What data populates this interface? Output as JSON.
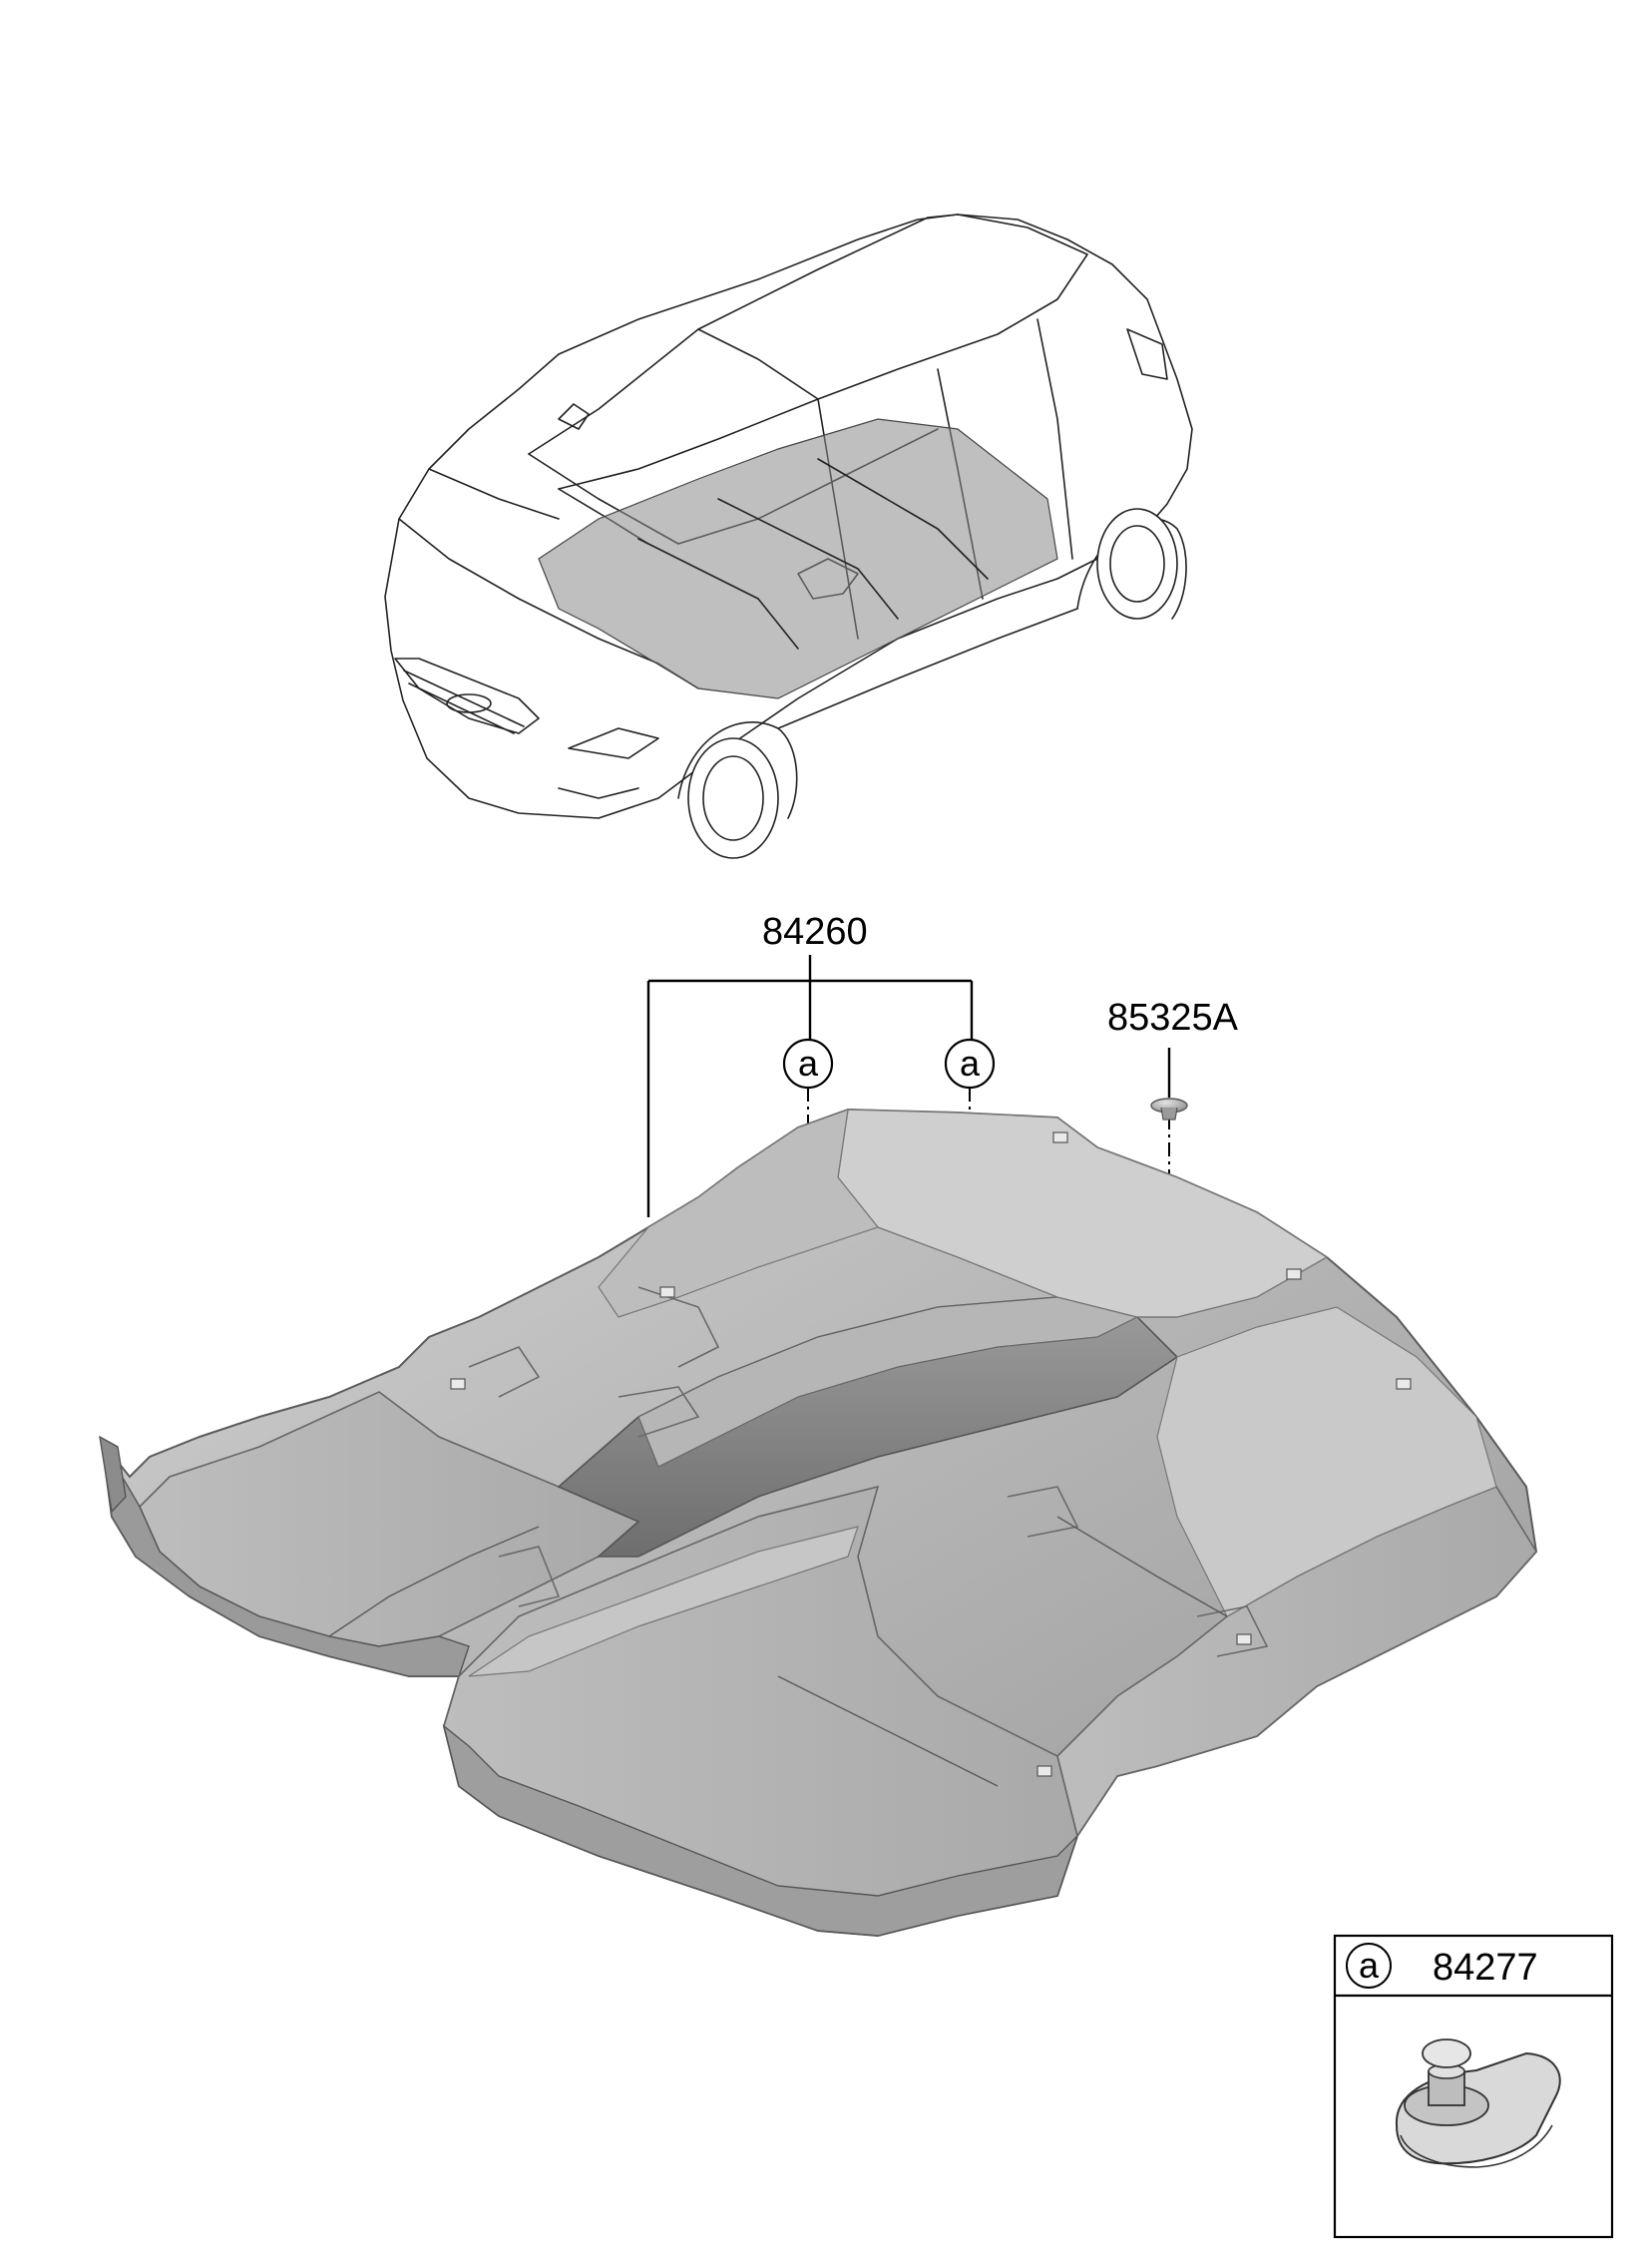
{
  "callouts": {
    "carpet_part": "84260",
    "clip_part": "85325A",
    "ref_letter": "a"
  },
  "legend": {
    "ref_letter": "a",
    "part_number": "84277"
  },
  "colors": {
    "carpet_light": "#c4c4c4",
    "carpet_mid": "#a8a8a8",
    "carpet_dark": "#7e7e7e",
    "line": "#000000"
  },
  "icons": [
    "car-line-drawing",
    "floor-carpet-illustration",
    "fastener-clip-icon",
    "grommet-icon"
  ]
}
